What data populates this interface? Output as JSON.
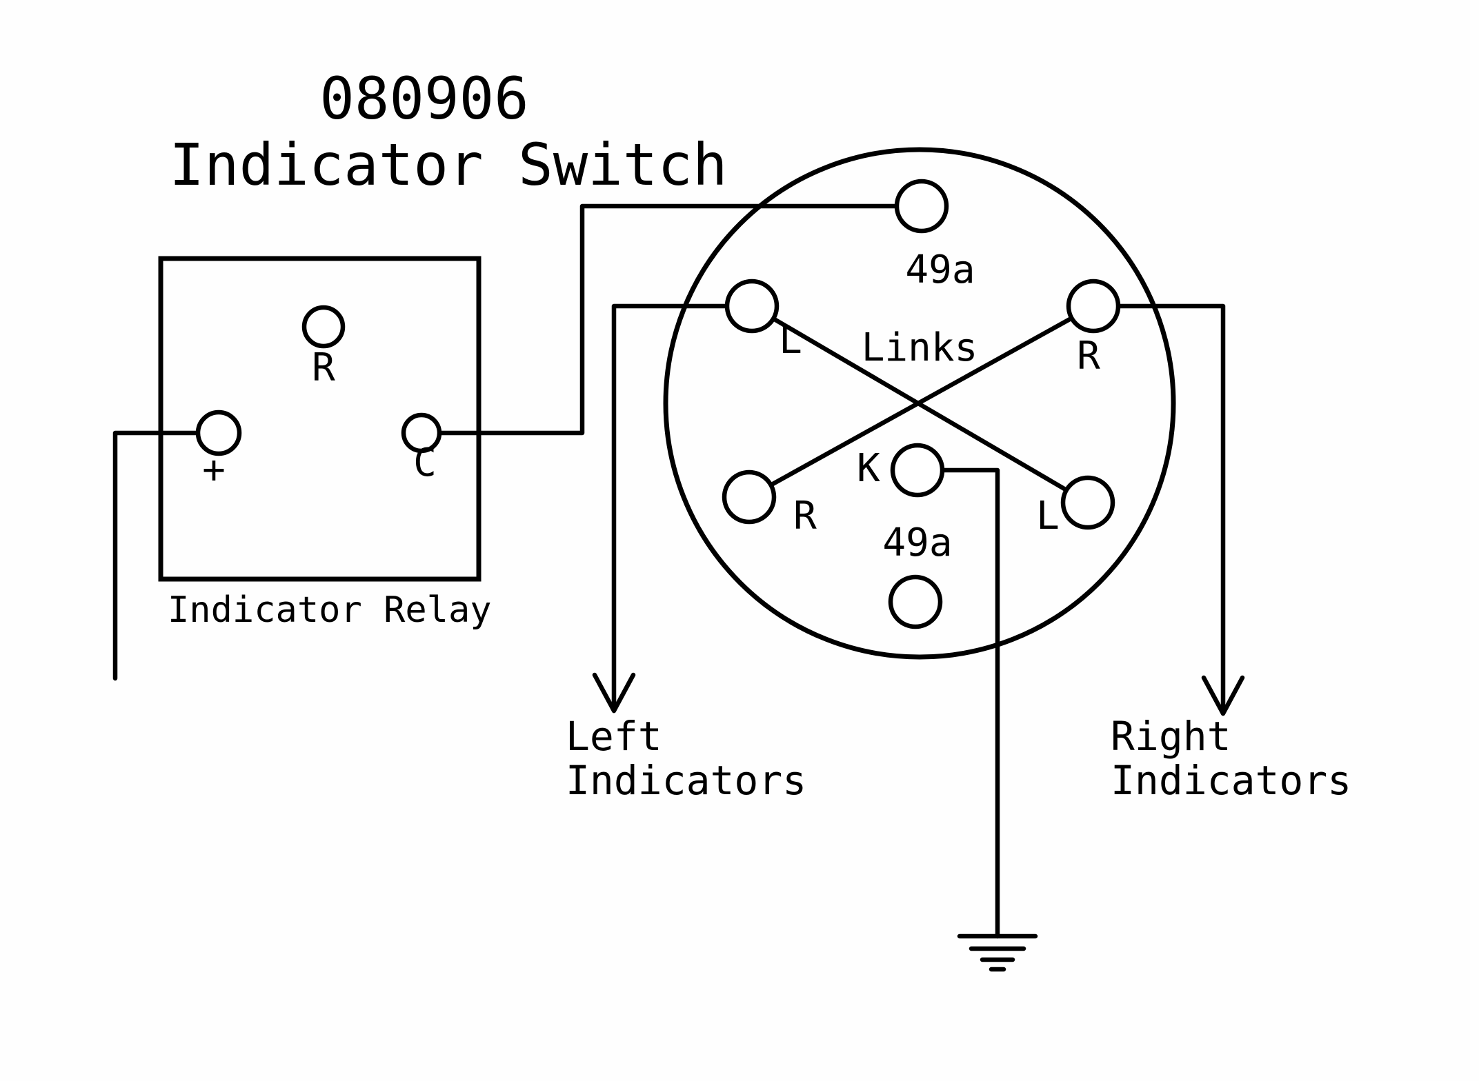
{
  "canvas": {
    "background": "#ffffff",
    "ink": "#000000"
  },
  "title": {
    "part_number": "080906",
    "name": "Indicator Switch"
  },
  "relay": {
    "caption": "Indicator Relay",
    "terminal_r": "R",
    "terminal_plus": "+",
    "terminal_c": "C"
  },
  "switch": {
    "links_label": "Links",
    "terminal_top": "49a",
    "terminal_upper_left": "L",
    "terminal_upper_right": "R",
    "terminal_center": "K",
    "terminal_lower_left": "R",
    "terminal_lower_right": "L",
    "terminal_bottom": "49a"
  },
  "outputs": {
    "left_line1": "Left",
    "left_line2": "Indicators",
    "right_line1": "Right",
    "right_line2": "Indicators"
  }
}
